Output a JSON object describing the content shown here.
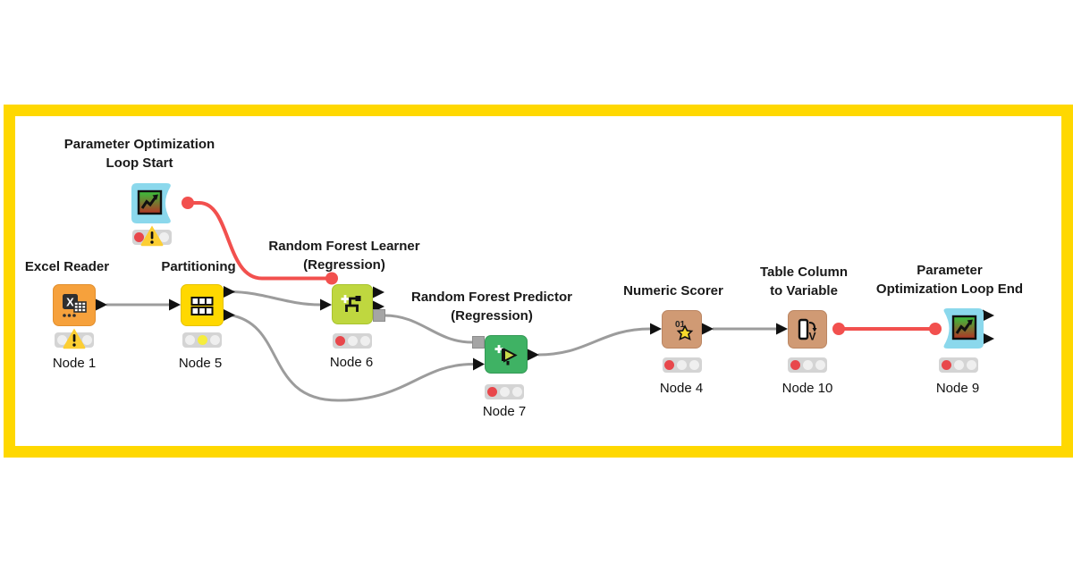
{
  "brand": {
    "frame_color": "#FFD800",
    "background": "#FFFFFF"
  },
  "workflow": {
    "nodes": [
      {
        "id": "parameter-optimization-loop-start",
        "type": "loop-start",
        "title1": "Parameter Optimization",
        "title2": "Loop Start",
        "label": "",
        "color": "#8BD8EC",
        "status": [
          "red",
          "warning",
          "off"
        ]
      },
      {
        "id": "excel-reader",
        "type": "reader",
        "title1": "Excel Reader",
        "label": "Node 1",
        "color": "#F6A13C",
        "status": [
          "off",
          "warning",
          "off"
        ]
      },
      {
        "id": "partitioning",
        "type": "manipulator",
        "title1": "Partitioning",
        "label": "Node 5",
        "color": "#FFD800",
        "status": [
          "off",
          "yellow",
          "off"
        ]
      },
      {
        "id": "random-forest-learner",
        "type": "learner",
        "title1": "Random Forest Learner",
        "title2": "(Regression)",
        "label": "Node 6",
        "color": "#BFD73F",
        "status": [
          "red",
          "off",
          "off"
        ]
      },
      {
        "id": "random-forest-predictor",
        "type": "predictor",
        "title1": "Random Forest Predictor",
        "title2": "(Regression)",
        "label": "Node 7",
        "color": "#3FB264",
        "status": [
          "red",
          "off",
          "off"
        ]
      },
      {
        "id": "numeric-scorer",
        "type": "scorer",
        "title1": "Numeric Scorer",
        "label": "Node 4",
        "color": "#D09A74",
        "status": [
          "red",
          "off",
          "off"
        ]
      },
      {
        "id": "table-column-to-variable",
        "type": "variable",
        "title1": "Table Column",
        "title2": "to Variable",
        "label": "Node 10",
        "color": "#D09A74",
        "status": [
          "red",
          "off",
          "off"
        ]
      },
      {
        "id": "parameter-optimization-loop-end",
        "type": "loop-end",
        "title1": "Parameter",
        "title2": "Optimization Loop End",
        "label": "Node 9",
        "color": "#8BD8EC",
        "status": [
          "red",
          "off",
          "off"
        ]
      }
    ],
    "connections": [
      {
        "from": "excel-reader",
        "to": "partitioning",
        "type": "data"
      },
      {
        "from": "partitioning",
        "to": "random-forest-learner",
        "type": "data"
      },
      {
        "from": "partitioning",
        "to": "random-forest-predictor",
        "type": "data"
      },
      {
        "from": "random-forest-learner",
        "to": "random-forest-predictor",
        "type": "model"
      },
      {
        "from": "random-forest-predictor",
        "to": "numeric-scorer",
        "type": "data"
      },
      {
        "from": "numeric-scorer",
        "to": "table-column-to-variable",
        "type": "data"
      },
      {
        "from": "table-column-to-variable",
        "to": "parameter-optimization-loop-end",
        "type": "flow-variable"
      },
      {
        "from": "parameter-optimization-loop-start",
        "to": "random-forest-learner",
        "type": "flow-variable"
      }
    ],
    "status_colors": {
      "off": "#EFEFEF",
      "red": "#E8474B",
      "yellow": "#F6ED3D",
      "warning": "#FCCE33"
    },
    "wire_colors": {
      "data": "#9C9C9C",
      "flow_variable": "#F2504E",
      "model_port": "#A5A5A5"
    }
  },
  "icons": {
    "scorer_text": "01",
    "variable_letter": "V"
  }
}
